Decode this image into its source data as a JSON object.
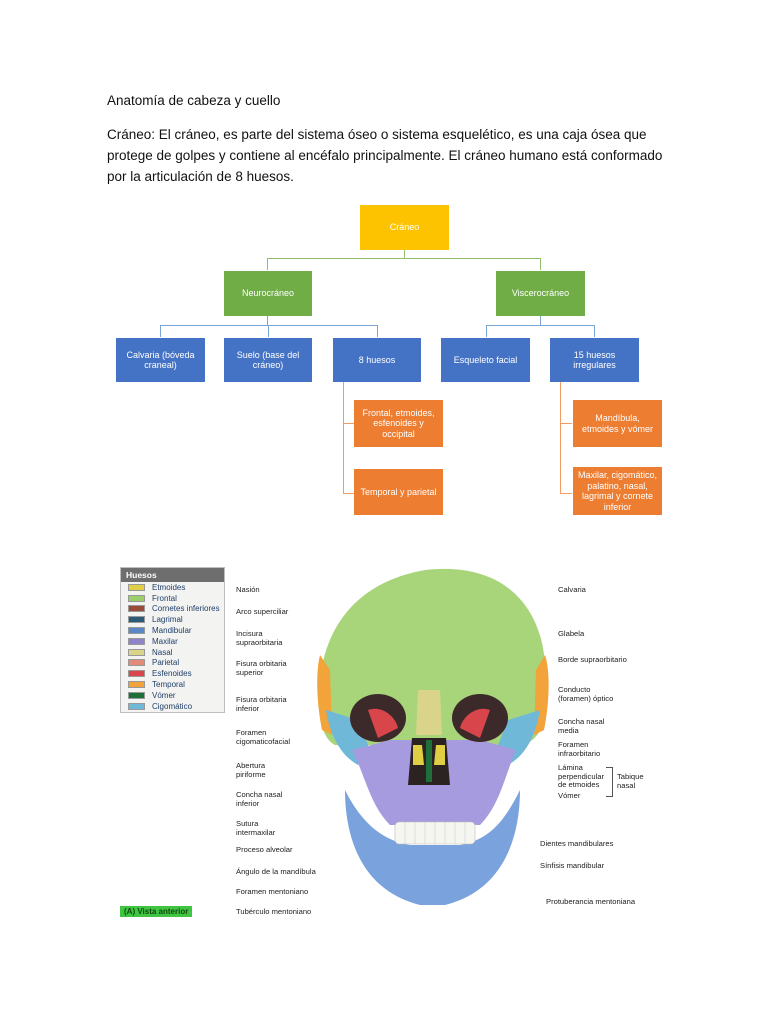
{
  "document": {
    "title": "Anatomía de cabeza y cuello",
    "intro": "Cráneo: El cráneo, es parte del sistema óseo o sistema esquelético, es una caja ósea que protege de golpes y contiene al encéfalo principalmente. El cráneo humano está conformado por la articulación de 8 huesos."
  },
  "concept_map": {
    "root": "Cráneo",
    "neuro": "Neurocráneo",
    "viscero": "Viscerocráneo",
    "calvaria": "Calvaria (bóveda craneal)",
    "suelo": "Suelo (base del cráneo)",
    "ocho_huesos": "8 huesos",
    "esqueleto_facial": "Esqueleto facial",
    "quince_huesos": "15 huesos irregulares",
    "frontal_group": "Frontal, etmoides, esfenoides y occipital",
    "temporal_group": "Temporal y parietal",
    "mandibula_group": "Mandíbula, etmoides y vómer",
    "maxilar_group": "Maxilar, cigomático, palatino, nasal, lagrimal y cornete inferior"
  },
  "figure": {
    "legend_title": "Huesos",
    "legend": [
      {
        "name": "Etmoides",
        "color": "#e0cf45"
      },
      {
        "name": "Frontal",
        "color": "#9bcf6a"
      },
      {
        "name": "Cornetes inferiores",
        "color": "#9a4b3a"
      },
      {
        "name": "Lagrimal",
        "color": "#2e5a7a"
      },
      {
        "name": "Mandibular",
        "color": "#5b86c8"
      },
      {
        "name": "Maxilar",
        "color": "#8f84c8"
      },
      {
        "name": "Nasal",
        "color": "#d9d48a"
      },
      {
        "name": "Parietal",
        "color": "#e48b78"
      },
      {
        "name": "Esfenoides",
        "color": "#d8454a"
      },
      {
        "name": "Temporal",
        "color": "#f2a33a"
      },
      {
        "name": "Vómer",
        "color": "#1f6f3a"
      },
      {
        "name": "Cigomático",
        "color": "#6fb8d8"
      }
    ],
    "labels_left": {
      "nasion": "Nasión",
      "arco": "Arco superciliar",
      "incisura": "Incisura\nsupraorbitaria",
      "fisura_sup": "Fisura orbitaria\nsuperior",
      "fisura_inf": "Fisura orbitaria\ninferior",
      "foramen_cig": "Foramen\ncigomaticofacial",
      "abertura": "Abertura\npiriforme",
      "concha_inf": "Concha nasal\ninferior",
      "sutura": "Sutura\nintermaxilar",
      "proceso": "Proceso alveolar",
      "angulo": "Ángulo de la mandíbula",
      "foramen_ment": "Foramen mentoniano",
      "tuberculo": "Tubérculo mentoniano"
    },
    "labels_right": {
      "calvaria": "Calvaria",
      "glabela": "Glabela",
      "borde": "Borde supraorbitario",
      "conducto": "Conducto\n(foramen) óptico",
      "concha_media": "Concha nasal\nmedia",
      "foramen_infra": "Foramen\ninfraorbitario",
      "lamina": "Lámina\nperpendicular\nde etmoides",
      "vomer": "Vómer",
      "tabique": "Tabique\nnasal",
      "dientes": "Dientes mandibulares",
      "sinfisis": "Sínfisis mandibular",
      "protuberancia": "Protuberancia mentoniana"
    },
    "caption": "(A) Vista anterior"
  }
}
